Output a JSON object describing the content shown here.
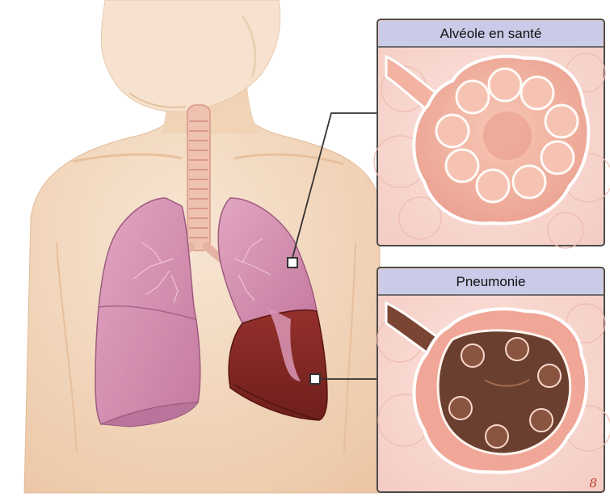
{
  "panels": {
    "healthy": {
      "title": "Alvéole en santé"
    },
    "pneumonia": {
      "title": "Pneumonie"
    }
  },
  "page_number": "8",
  "colors": {
    "background": "#ffffff",
    "skin": "#f4dcc4",
    "skin_shadow": "#e9c3a0",
    "lung_healthy": "#d58fb0",
    "lung_healthy_dark": "#b86b93",
    "lung_infected": "#8a2a26",
    "lung_infected_dark": "#6d1c1a",
    "trachea": "#efc1b1",
    "panel_header": "#c9cbe8",
    "panel_border": "#4b4b4b",
    "alveolus_tissue": "#f1ada0",
    "alveolus_wall": "#fff4ee",
    "alveolus_fluid": "#6b3f2f",
    "page_number": "#c0392b"
  }
}
